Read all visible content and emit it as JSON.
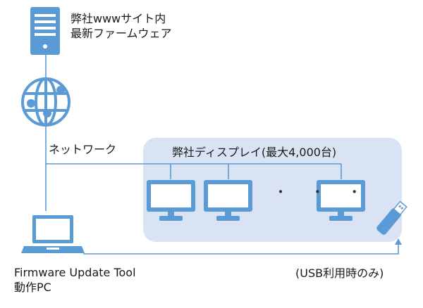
{
  "server": {
    "label_line1": "弊社wwwサイト内",
    "label_line2": "最新ファームウェア",
    "icon": "server-icon"
  },
  "network": {
    "label": "ネットワーク",
    "icon": "globe-icon"
  },
  "displays": {
    "group_label": "弊社ディスプレイ(最大4,000台)",
    "ellipsis": "・ ・ ・",
    "icon": "monitor-icon",
    "visible_count": 3
  },
  "pc": {
    "label_line1": "Firmware Update Tool",
    "label_line2": "動作PC",
    "icon": "laptop-icon"
  },
  "usb": {
    "label": "(USB利用時のみ)",
    "icon": "usb-drive-icon"
  },
  "colors": {
    "accent": "#5b9bd5",
    "group_bg": "#dae3f3",
    "line": "#5b9bd5",
    "text": "#1a1a1a"
  }
}
